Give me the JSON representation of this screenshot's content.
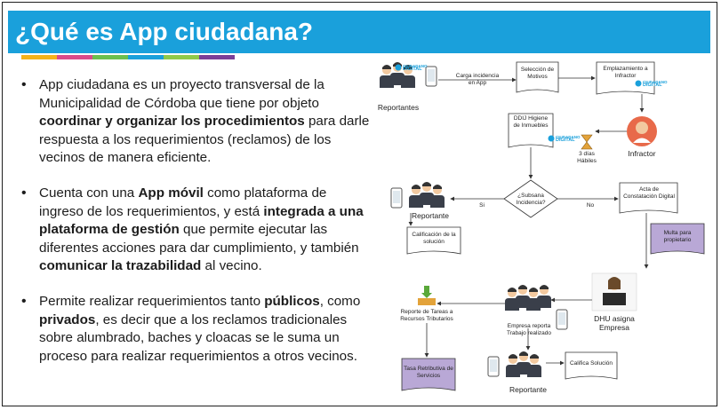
{
  "slide": {
    "title": "¿Qué es App ciudadana?",
    "stripe_colors": [
      "#f5b21a",
      "#d94b8a",
      "#6bbf4e",
      "#1aa0db",
      "#8fc94a",
      "#7b3f98"
    ]
  },
  "bullets": [
    {
      "parts": [
        {
          "text": "App ciudadana es un proyecto transversal de la Municipalidad de Córdoba que tiene por objeto "
        },
        {
          "text": "coordinar y organizar los procedimientos",
          "bold": true
        },
        {
          "text": " para darle respuesta a los requerimientos (reclamos) de los vecinos de manera eficiente."
        }
      ]
    },
    {
      "parts": [
        {
          "text": "Cuenta con una "
        },
        {
          "text": "App móvil",
          "bold": true
        },
        {
          "text": " como plataforma de ingreso de los requerimientos, y está "
        },
        {
          "text": "integrada a una plataforma de gestión",
          "bold": true
        },
        {
          "text": " que permite ejecutar las diferentes acciones para dar cumplimiento, y también "
        },
        {
          "text": "comunicar la trazabilidad",
          "bold": true
        },
        {
          "text": " al vecino."
        }
      ]
    },
    {
      "parts": [
        {
          "text": "Permite realizar requerimientos tanto "
        },
        {
          "text": "públicos",
          "bold": true
        },
        {
          "text": ", como "
        },
        {
          "text": "privados",
          "bold": true
        },
        {
          "text": ", es decir que a los reclamos tradicionales sobre alumbrado, baches y cloacas se le suma un proceso para realizar requerimientos a otros vecinos."
        }
      ]
    }
  ],
  "diagram": {
    "reportantes_top": "Reportantes",
    "carga_incidencia": "Carga incidencia en App",
    "seleccion_motivos": "Selección de Motivos",
    "emplazamiento": "Emplazamiento a Infractor",
    "logo_line1": "CIUDADANO",
    "logo_line2": "DIGITAL",
    "ddij": "DDIJ Higiene de Inmuebles",
    "tres_dias": "3 días Hábiles",
    "infractor": "Infractor",
    "reportante_mid": "Reportante",
    "subsana": "¿Subsana Incidencia?",
    "si": "Si",
    "no": "No",
    "acta": "Acta de Constatación Digital",
    "calificacion": "Calificación de la solución",
    "multa": "Multa para propietario",
    "reporte_tareas": "Reporte de Tareas a Recursos Tributarios",
    "empresa_reporta": "Empresa reporta Trabajo realizado",
    "dhu": "DHU asigna Empresa",
    "tasa": "Tasa Retributiva de Servicios",
    "califica": "Califica Solución",
    "reportante_bottom": "Reportante"
  }
}
